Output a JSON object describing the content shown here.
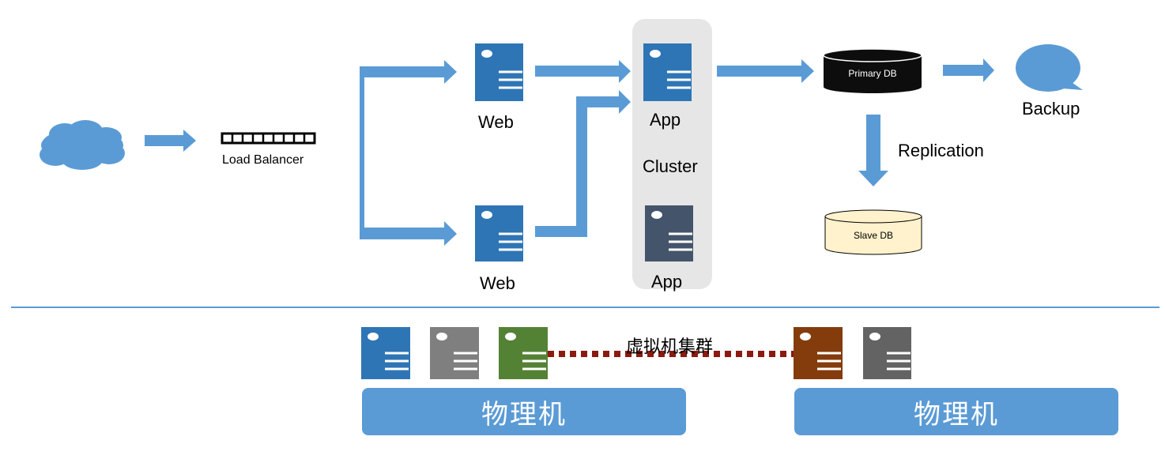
{
  "labels": {
    "load_balancer": "Load Balancer",
    "web_top": "Web",
    "web_bottom": "Web",
    "app_top": "App",
    "app_bottom": "App",
    "cluster": "Cluster",
    "primary_db": "Primary DB",
    "slave_db": "Slave DB",
    "backup": "Backup",
    "replication": "Replication",
    "vm_cluster": "虚拟机集群",
    "physical_left": "物理机",
    "physical_right": "物理机"
  },
  "colors": {
    "arrow": "#5b9bd5",
    "server_blue": "#2e75b6",
    "server_dark": "#44546a",
    "server_gray": "#7f7f7f",
    "server_green": "#548235",
    "server_brown": "#843c0c",
    "server_gray2": "#636363",
    "cluster_bg": "#e6e6e6",
    "primary_db": "#0d0d0d",
    "slave_db": "#fff2cc",
    "divider": "#5b9bd5",
    "dotted_link": "#8b1a10"
  },
  "icons": [
    "cloud-icon",
    "load-balancer-icon",
    "server-icon",
    "database-icon",
    "backup-bubble-icon"
  ]
}
